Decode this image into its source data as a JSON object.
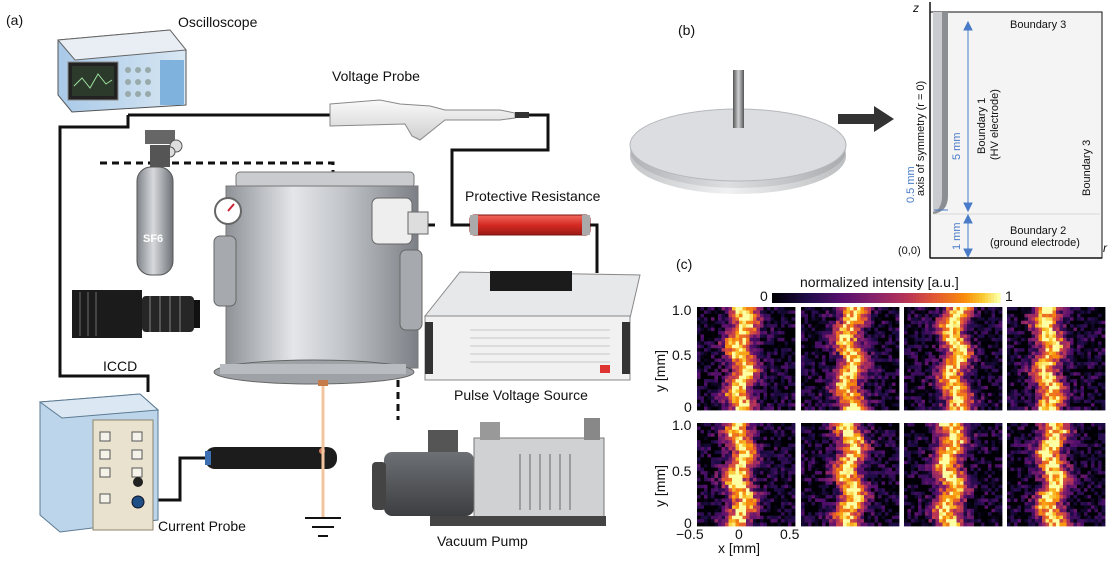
{
  "panel_a": {
    "tag": "(a)",
    "labels": {
      "oscilloscope": "Oscilloscope",
      "voltage_probe": "Voltage Probe",
      "protective_resistance": "Protective Resistance",
      "pulse_voltage_source": "Pulse Voltage Source",
      "iccd": "ICCD",
      "current_probe": "Current Probe",
      "vacuum_pump": "Vacuum Pump",
      "sf6": "SF6"
    }
  },
  "panel_b": {
    "tag": "(b)",
    "boundary3_top": "Boundary 3",
    "boundary3_right": "Boundary 3",
    "boundary1": "Boundary 1",
    "boundary1_sub": "(HV electrode)",
    "boundary2": "Boundary 2",
    "boundary2_sub": "(ground electrode)",
    "axis_sym": "axis of symmetry (r = 0)",
    "dim_05": "0.5 mm",
    "dim_5": "5 mm",
    "dim_1": "1 mm",
    "origin": "(0,0)",
    "z": "z",
    "r": "r"
  },
  "panel_c": {
    "tag": "(c)",
    "colorbar_label": "normalized intensity [a.u.]",
    "colorbar_min": "0",
    "colorbar_max": "1",
    "ylabel": "y [mm]",
    "xlabel": "x [mm]",
    "yticks": [
      "1.0",
      "0.5",
      "0"
    ],
    "xticks": [
      "−0.5",
      "0",
      "0.5"
    ]
  },
  "colors": {
    "wire": "#111111",
    "steel": "#b9bcc0",
    "resistor": "#e03a32",
    "dimension_blue": "#4a7bc8",
    "oscilloscope_blue": "#6aa4d6"
  }
}
